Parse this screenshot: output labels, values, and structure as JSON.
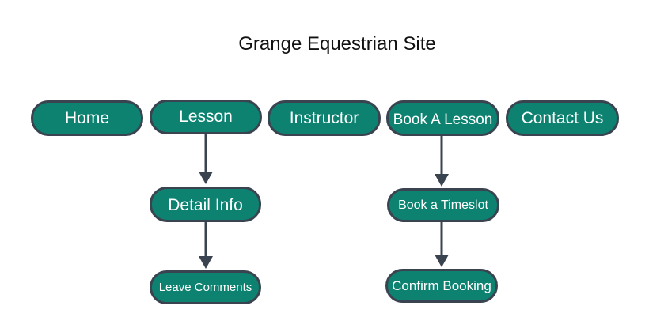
{
  "title": "Grange Equestrian Site",
  "nav": {
    "home": "Home",
    "lesson": "Lesson",
    "instructor": "Instructor",
    "book_a_lesson": "Book A Lesson",
    "contact_us": "Contact Us"
  },
  "lesson_flow": {
    "detail_info": "Detail Info",
    "leave_comments": "Leave Comments"
  },
  "booking_flow": {
    "book_a_timeslot": "Book a Timeslot",
    "confirm_booking": "Confirm Booking"
  },
  "colors": {
    "node_fill": "#0e8270",
    "node_border": "#3a4450",
    "arrow": "#3a4450"
  }
}
